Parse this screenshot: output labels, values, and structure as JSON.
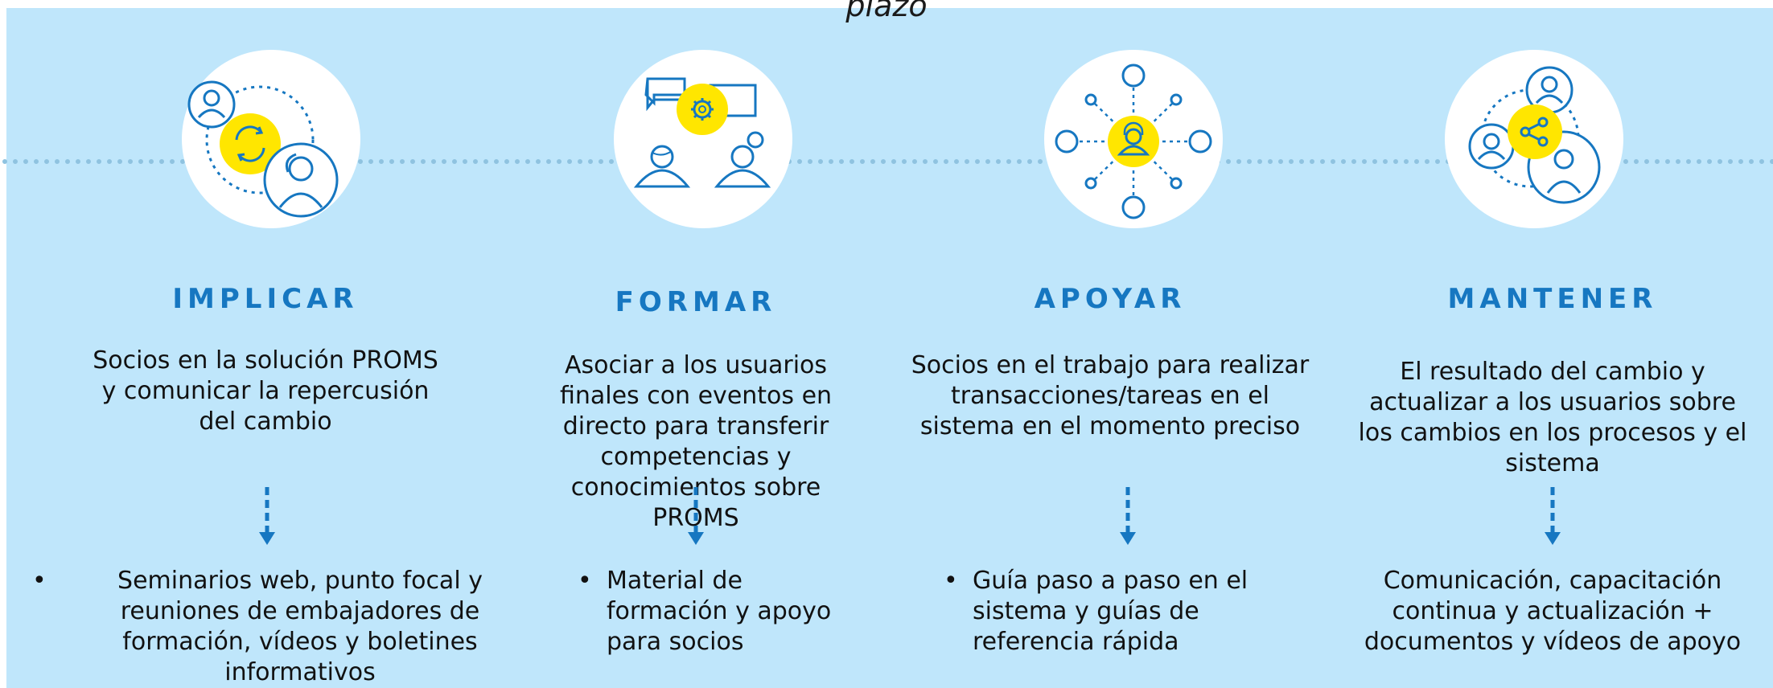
{
  "top_title": "plazo",
  "colors": {
    "panel": "#bfe6fb",
    "accent_blue": "#1677c1",
    "accent_yellow": "#ffe600",
    "dots": "#8fc3e0"
  },
  "steps": [
    {
      "icon": "people-sync-icon",
      "heading": "IMPLICAR",
      "description": "Socios en la solución  PROMS y comunicar la repercusión del cambio",
      "items": [
        "Seminarios web, punto focal y reuniones de embajadores de formación, vídeos y boletines informativos"
      ]
    },
    {
      "icon": "training-chat-icon",
      "heading": "FORMAR",
      "description": "Asociar a los usuarios finales con eventos en directo para transferir competencias y conocimientos sobre PROMS",
      "items": [
        "Material de formación y apoyo para socios"
      ]
    },
    {
      "icon": "support-network-icon",
      "heading": "APOYAR",
      "description": "Socios en el trabajo para realizar transacciones/tareas  en el sistema en el momento preciso",
      "items": [
        "Guía paso a paso en el sistema y guías de referencia rápida"
      ]
    },
    {
      "icon": "share-network-icon",
      "heading": "MANTENER",
      "description": "El resultado del cambio y actualizar a los usuarios sobre los cambios en los procesos y el sistema",
      "text": "Comunicación, capacitación continua y actualización + documentos y vídeos de apoyo"
    }
  ]
}
